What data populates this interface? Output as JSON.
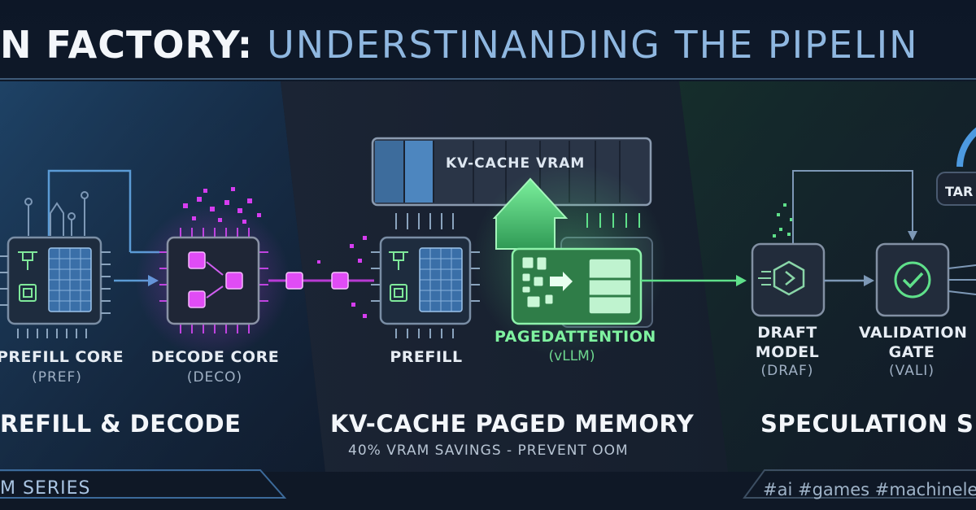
{
  "title": {
    "part1": "N FACTORY:",
    "part2": "UNDERSTINANDING THE PIPELIN"
  },
  "sections": {
    "prefill_decode": {
      "heading": "REFILL & DECODE"
    },
    "kv_cache": {
      "heading": "KV-CACHE PAGED MEMORY",
      "subheading": "40% VRAM SAVINGS - PREVENT OOM"
    },
    "speculation": {
      "heading": "SPECULATION SP"
    }
  },
  "nodes": {
    "prefill_core": {
      "name": "PREFILL CORE",
      "abbr": "(PREF)"
    },
    "decode_core": {
      "name": "DECODE CORE",
      "abbr": "(DECO)"
    },
    "prefill": {
      "name": "PREFILL"
    },
    "kv_cache_vram": {
      "name": "KV-CACHE VRAM"
    },
    "paged_attention": {
      "name": "PAGEDATTENTION",
      "abbr": "(vLLM)"
    },
    "draft_model": {
      "name_line1": "DRAFT",
      "name_line2": "MODEL",
      "abbr": "(DRAF)"
    },
    "validation_gate": {
      "name_line1": "VALIDATION",
      "name_line2": "GATE",
      "abbr": "(VALI)"
    },
    "target": {
      "name": "TAR"
    }
  },
  "footer": {
    "series": "M SERIES",
    "hashtags": "#ai  #games  #machinelea"
  },
  "colors": {
    "background": "#0d1727",
    "accent_blue": "#5b9bd5",
    "accent_magenta": "#e040fb",
    "accent_green": "#5fe08a",
    "chip_border": "#6f8196"
  }
}
